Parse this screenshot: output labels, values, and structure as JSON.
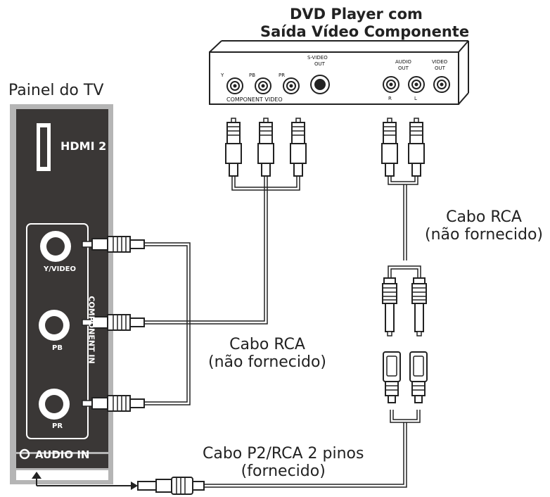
{
  "dvd_player": {
    "title_line1": "DVD Player com",
    "title_line2": "Saída Vídeo Componente",
    "jack_y": "Y",
    "jack_pb": "PB",
    "jack_pr": "PR",
    "svideo_line1": "S-VIDEO",
    "svideo_line2": "OUT",
    "component_video": "COMPONENT VIDEO",
    "audio_out_line1": "AUDIO",
    "audio_out_line2": "OUT",
    "audio_r": "R",
    "audio_l": "L",
    "video_out_line1": "VIDEO",
    "video_out_line2": "OUT"
  },
  "tv_panel": {
    "title": "Painel do TV",
    "hdmi": "HDMI 2",
    "y_video": "Y/VIDEO",
    "pb": "PB",
    "pr": "PR",
    "component_in": "COMPONENT IN",
    "audio_in": "AUDIO IN"
  },
  "cables": {
    "audio_rca_line1": "Cabo RCA",
    "audio_rca_line2": "(não fornecido)",
    "video_rca_line1": "Cabo RCA",
    "video_rca_line2": "(não fornecido)",
    "p2_line1": "Cabo P2/RCA 2 pinos",
    "p2_line2": "(fornecido)"
  },
  "colors": {
    "tv_panel_fill": "#3a3736",
    "tv_panel_border": "#b5b5b5",
    "line": "#222222",
    "cable_fill": "#ffffff"
  }
}
